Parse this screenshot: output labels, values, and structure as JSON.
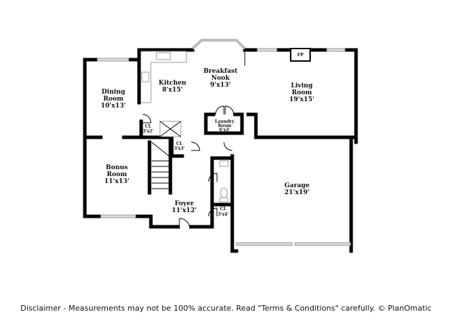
{
  "rooms": {
    "kitchen": {
      "name": "Kitchen",
      "size": "8'x15'"
    },
    "breakfast_nook": {
      "name1": "Breakfast",
      "name2": "Nook",
      "size": "9'x13'"
    },
    "living_room": {
      "name1": "Living",
      "name2": "Room",
      "size": "19'x15'"
    },
    "dining_room": {
      "name1": "Dining",
      "name2": "Room",
      "size": "10'x13'"
    },
    "bonus_room": {
      "name1": "Bonus",
      "name2": "Room",
      "size": "11'x13'"
    },
    "foyer": {
      "name": "Foyer",
      "size": "11'x12'"
    },
    "garage": {
      "name": "Garage",
      "size": "21'x19'"
    },
    "laundry_room": {
      "name1": "Laundry",
      "name2": "Room",
      "size": "6'x3'"
    },
    "closet_1": {
      "name": "CL",
      "size": "3'x2'"
    },
    "closet_2": {
      "name": "CL",
      "size": "3'x3'"
    },
    "closet_3": {
      "name": "CL",
      "size": "3'x4'"
    },
    "fireplace": {
      "name": "FP"
    }
  },
  "disclaimer": "Disclaimer - Measurements may not be 100% accurate. Read \"Terms & Conditions\" carefully. © PlanOmatic"
}
